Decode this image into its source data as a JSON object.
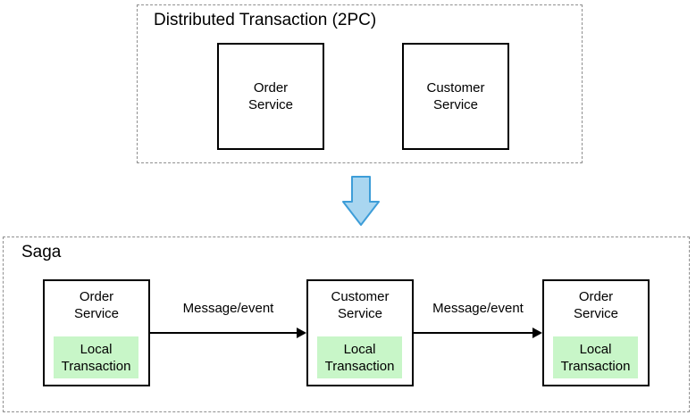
{
  "top_section": {
    "title": "Distributed Transaction (2PC)",
    "boxes": [
      {
        "label": "Order\nService"
      },
      {
        "label": "Customer\nService"
      }
    ]
  },
  "transform_arrow": {
    "icon": "down-block-arrow",
    "fill": "#a9d6f0",
    "stroke": "#3d9dd8"
  },
  "saga_section": {
    "title": "Saga",
    "steps": [
      {
        "service_label": "Order\nService",
        "local_label": "Local\nTransaction"
      },
      {
        "service_label": "Customer\nService",
        "local_label": "Local\nTransaction"
      },
      {
        "service_label": "Order\nService",
        "local_label": "Local\nTransaction"
      }
    ],
    "arrows": [
      {
        "label": "Message/event"
      },
      {
        "label": "Message/event"
      }
    ]
  },
  "colors": {
    "local_transaction_fill": "#c8f6c8",
    "box_border": "#000000",
    "dashed_border": "#8f8f8f",
    "arrow_fill": "#a9d6f0",
    "arrow_stroke": "#3d9dd8",
    "text": "#000000"
  }
}
